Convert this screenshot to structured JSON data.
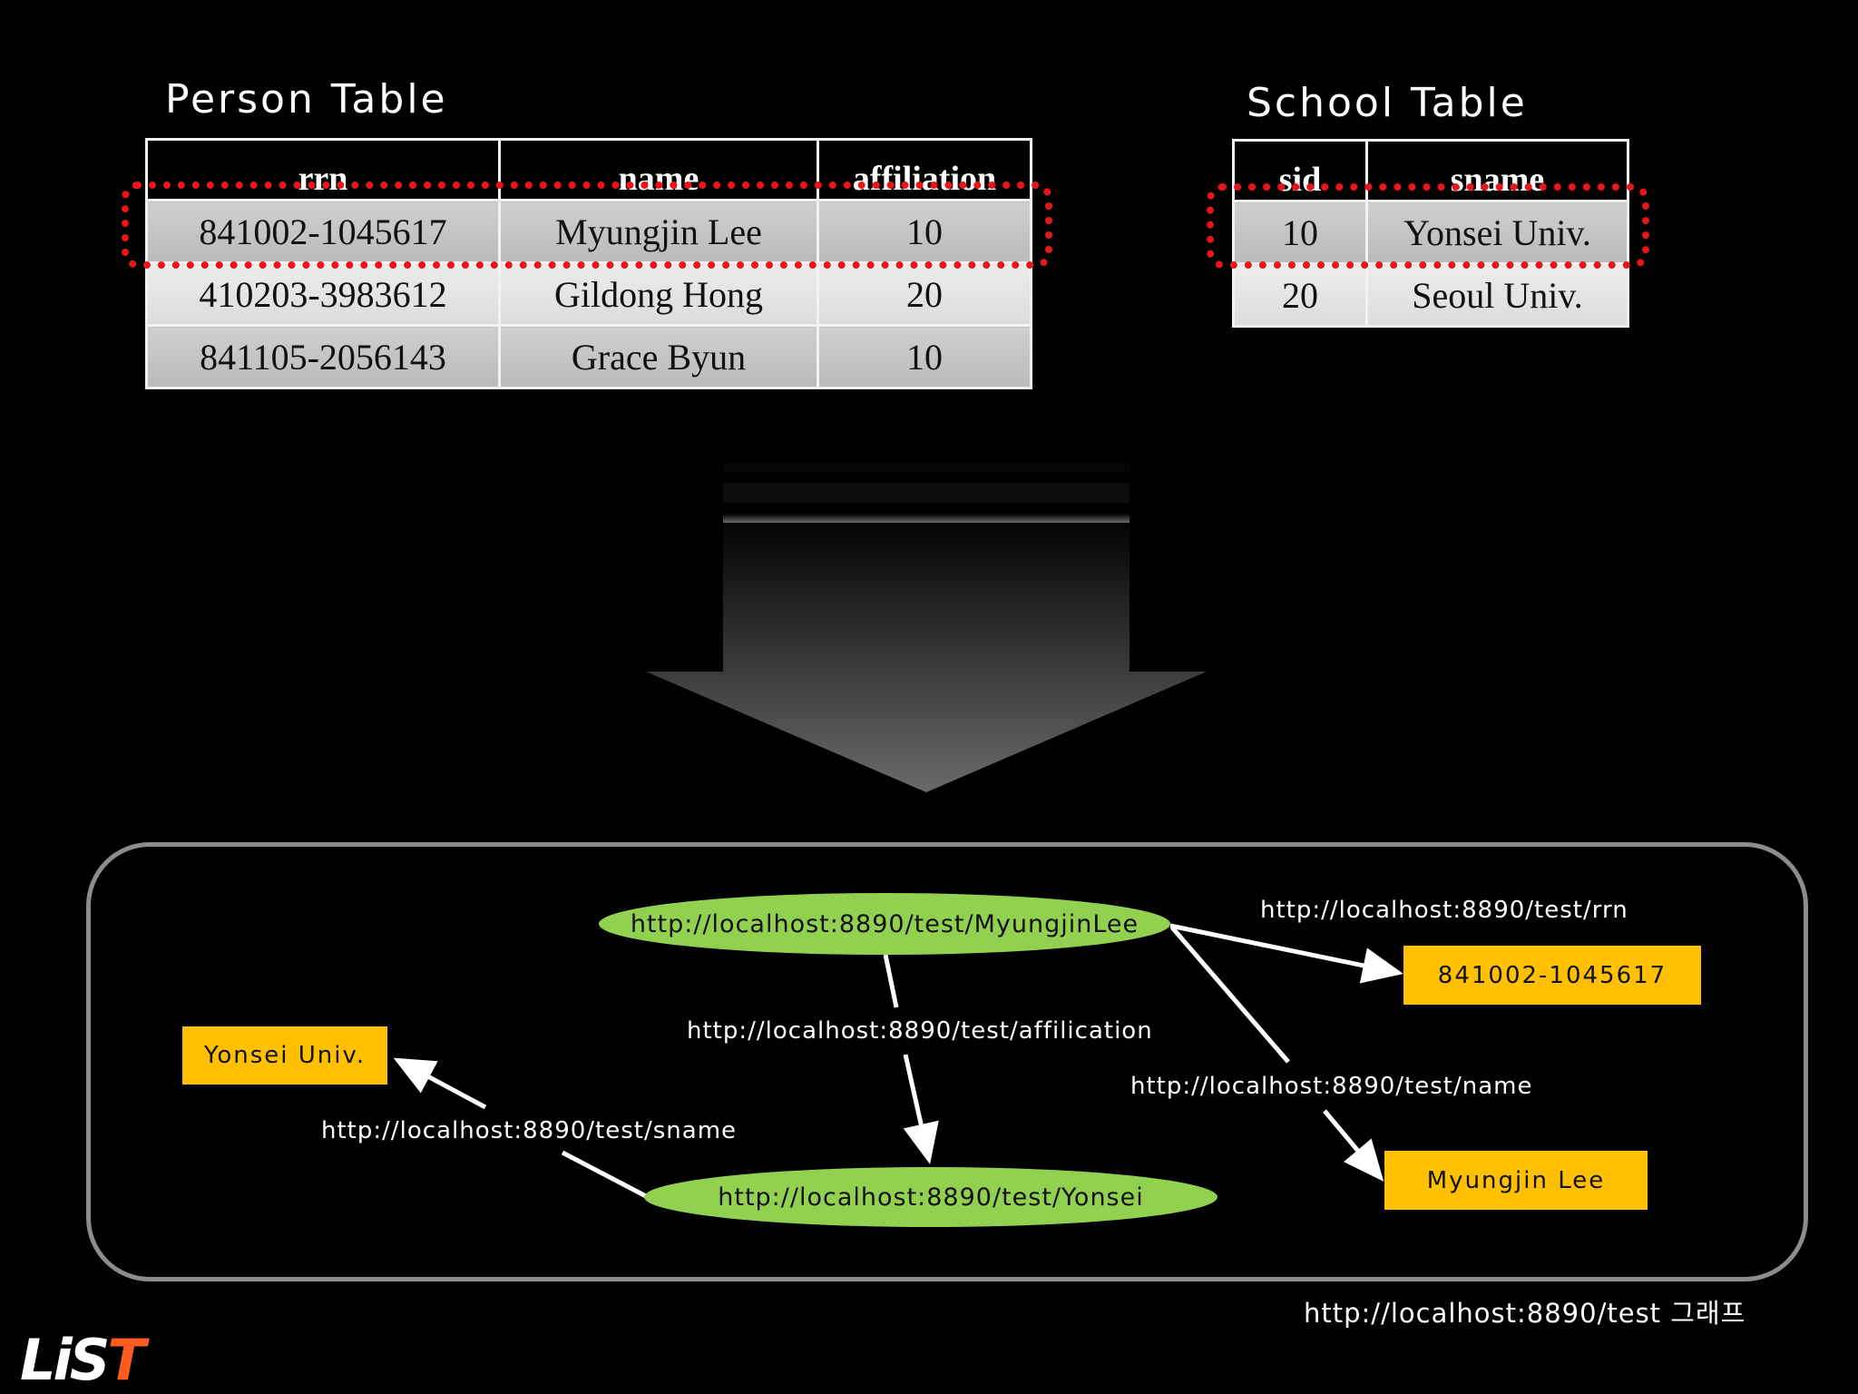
{
  "person_table": {
    "title": "Person Table",
    "headers": [
      "rrn",
      "name",
      "affiliation"
    ],
    "rows": [
      [
        "841002-1045617",
        "Myungjin Lee",
        "10"
      ],
      [
        "410203-3983612",
        "Gildong Hong",
        "20"
      ],
      [
        "841105-2056143",
        "Grace Byun",
        "10"
      ]
    ]
  },
  "school_table": {
    "title": "School Table",
    "headers": [
      "sid",
      "sname"
    ],
    "rows": [
      [
        "10",
        "Yonsei Univ."
      ],
      [
        "20",
        "Seoul Univ."
      ]
    ]
  },
  "graph": {
    "nodes": {
      "myungjinlee": "http://localhost:8890/test/MyungjinLee",
      "yonsei": "http://localhost:8890/test/Yonsei",
      "rrn_value": "841002-1045617",
      "name_value": "Myungjin Lee",
      "sname_value": "Yonsei Univ."
    },
    "edges": {
      "rrn": "http://localhost:8890/test/rrn",
      "affiliation": "http://localhost:8890/test/affilication",
      "name": "http://localhost:8890/test/name",
      "sname": "http://localhost:8890/test/sname"
    },
    "caption": "http://localhost:8890/test 그래프"
  },
  "colors": {
    "highlight": "#e8151b",
    "resource_node": "#92d050",
    "literal_node": "#ffc000",
    "logo_accent": "#ff5a1f"
  },
  "logo": {
    "part1": "LiS",
    "part2": "T"
  }
}
